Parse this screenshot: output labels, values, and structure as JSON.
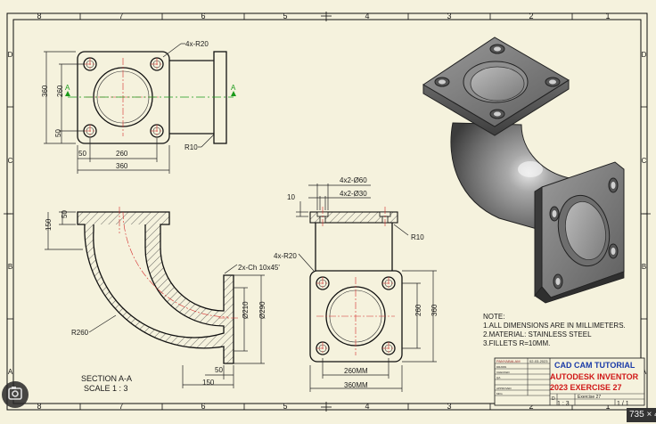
{
  "border": {
    "cols_top": [
      "8",
      "7",
      "6",
      "5",
      "4",
      "3",
      "2",
      "1"
    ],
    "cols_bottom": [
      "8",
      "7",
      "6",
      "5",
      "4",
      "3",
      "2",
      "1"
    ],
    "rows_left": [
      "D",
      "C",
      "B",
      "A"
    ],
    "rows_right": [
      "D",
      "C",
      "B",
      "A"
    ]
  },
  "top_view": {
    "dims": [
      "4x-R20",
      "360",
      "260",
      "50",
      "50",
      "260",
      "360",
      "R10"
    ],
    "section_letter": "A"
  },
  "section_view": {
    "dims": [
      "50",
      "150",
      "2x-Ch 10x45'",
      "Ø210",
      "Ø290",
      "R260",
      "50",
      "150"
    ],
    "label": "SECTION A-A",
    "scale": "SCALE 1 : 3"
  },
  "bottom_view": {
    "dims": [
      "4x2-Ø60",
      "4x2-Ø30",
      "10",
      "R10",
      "4x-R20",
      "260",
      "360",
      "260MM",
      "360MM"
    ]
  },
  "notes": {
    "title": "NOTE:",
    "lines": [
      "1.ALL DIMENSIONS ARE IN MILLIMETERS.",
      "2.MATERIAL: STAINLESS STEEL",
      "3.FILLETS R=10MM."
    ]
  },
  "title_block": {
    "tutorial": "CAD CAM TUTORIAL",
    "software": "AUTODESK INVENTOR",
    "exercise": "2023 EXERCISE 27",
    "author": "PANYABALAM",
    "date": "02-03-2023",
    "sheet_name": "Exercise 27",
    "size": "D",
    "scale": "1 : 3",
    "sheet_no": "1 / 1",
    "row_labels": [
      "DRAWN",
      "CHECKED",
      "QA",
      "APPROVED",
      "MFG"
    ]
  },
  "overlay": {
    "badge_text": "735 × 4"
  },
  "colors": {
    "paper": "#f5f2dd",
    "frame": "#0d0d0d",
    "centerline": "#d42a2a",
    "section_line": "#1a9a1a",
    "title_blue": "#1a3aa8",
    "title_red": "#d01818"
  }
}
